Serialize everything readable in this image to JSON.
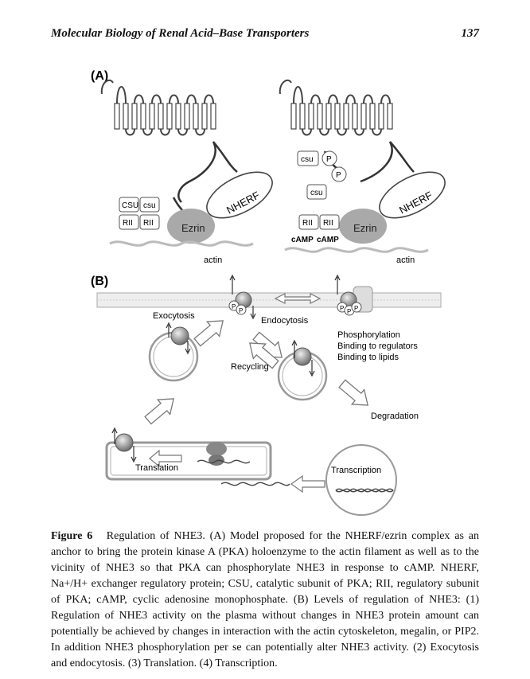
{
  "header": {
    "running_title": "Molecular Biology of Renal Acid–Base Transporters",
    "page_number": "137"
  },
  "figure": {
    "panel_a_label": "(A)",
    "panel_b_label": "(B)",
    "panel_a": {
      "left": {
        "csu_1": "CSU",
        "csu_2": "csu",
        "rii_1": "RII",
        "rii_2": "RII",
        "ezrin": "Ezrin",
        "nherf": "NHERF",
        "actin": "actin"
      },
      "right": {
        "csu": "csu",
        "p_1": "P",
        "p_2": "P",
        "csu_free": "csu",
        "rii_1": "RII",
        "rii_2": "RII",
        "camp_1": "cAMP",
        "camp_2": "cAMP",
        "ezrin": "Ezrin",
        "nherf": "NHERF",
        "actin": "actin"
      }
    },
    "panel_b": {
      "exocytosis": "Exocytosis",
      "endocytosis": "Endocytosis",
      "recycling": "Recycling",
      "phosphorylation": "Phosphorylation",
      "binding_regulators": "Binding to regulators",
      "binding_lipids": "Binding to lipids",
      "degradation": "Degradation",
      "translation": "Translation",
      "transcription": "Transcription",
      "p": "P"
    }
  },
  "caption": {
    "label": "Figure 6",
    "text": "Regulation of NHE3. (A) Model proposed for the NHERF/ezrin complex as an anchor to bring the protein kinase A (PKA) holoenzyme to the actin filament as well as to the vicinity of NHE3 so that PKA can phosphorylate NHE3 in response to cAMP. NHERF, Na+/H+ exchanger regulatory protein; CSU, catalytic subunit of PKA; RII, regulatory subunit of PKA; cAMP, cyclic adenosine monophosphate. (B) Levels of regulation of NHE3: (1) Regulation of NHE3 activity on the plasma without changes in NHE3 protein amount can potentially be achieved by changes in interaction with the actin cytoskeleton, megalin, or PIP2. In addition NHE3 phosphorylation per se can potentially alter NHE3 activity. (2) Exocytosis and endocytosis. (3) Translation. (4) Transcription."
  }
}
